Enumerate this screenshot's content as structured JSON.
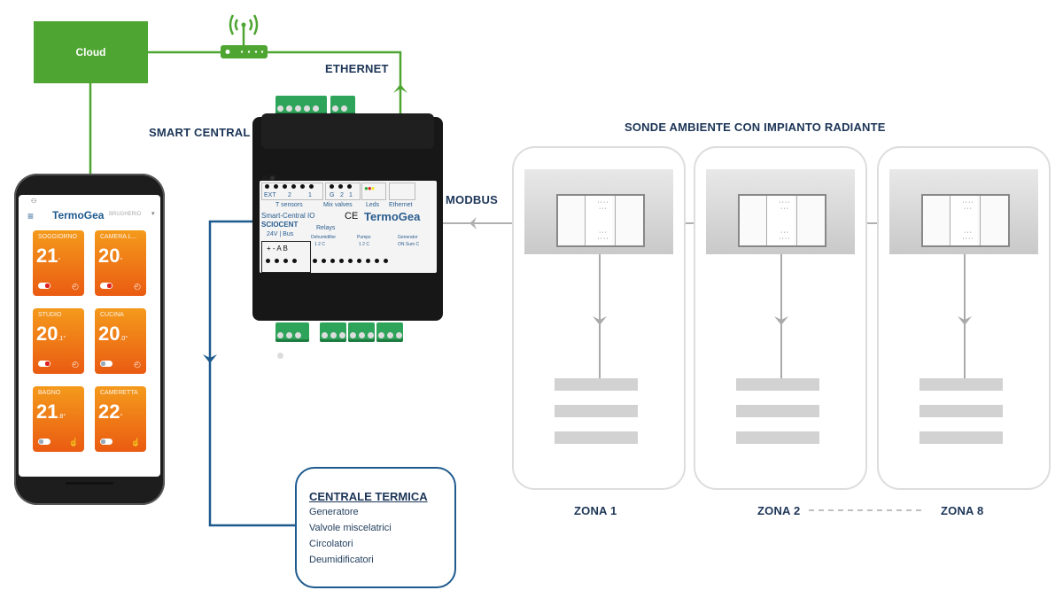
{
  "cloud": {
    "label": "Cloud"
  },
  "labels": {
    "ethernet": "ETHERNET",
    "smart_central": "SMART CENTRAL",
    "modbus": "MODBUS",
    "sonde_title": "SONDE AMBIENTE CON IMPIANTO RADIANTE"
  },
  "colors": {
    "green": "#4ea531",
    "navy": "#1c3557",
    "blue": "#1e5a8e",
    "gray": "#b0b0b0",
    "orange": "#f08a1a"
  },
  "phone": {
    "brand": "TermoGea",
    "brand_sub": "BRUGHERIO",
    "tiles": [
      {
        "name": "SOGGIORNO",
        "temp": "21",
        "unit": "°",
        "toggle": "on",
        "icon": "clock-icon"
      },
      {
        "name": "CAMERA L...",
        "temp": "20",
        "unit": "°",
        "toggle": "on",
        "icon": "clock-icon"
      },
      {
        "name": "STUDIO",
        "temp": "20",
        "unit": ".1°",
        "toggle": "on",
        "icon": "clock-icon"
      },
      {
        "name": "CUCINA",
        "temp": "20",
        "unit": ".0°",
        "toggle": "off",
        "icon": "clock-icon"
      },
      {
        "name": "BAGNO",
        "temp": "21",
        "unit": ".8°",
        "toggle": "off",
        "icon": "hand-icon"
      },
      {
        "name": "CAMERETTA",
        "temp": "22",
        "unit": "°",
        "toggle": "off",
        "icon": "hand-icon"
      }
    ]
  },
  "controller": {
    "model": "Smart-Central IO",
    "code": "SCIOCENT",
    "brand": "TermoGea",
    "ce": "CE",
    "t_sensors": "T sensors",
    "mix_valves": "Mix valves",
    "leds": "Leds",
    "ethernet": "Ethernet",
    "ext": "EXT",
    "s2": "2",
    "s1": "1",
    "g": "G",
    "v2": "2",
    "v1": "1",
    "power": "24V | Bus",
    "bus_pins": "+  -  A B",
    "relays": "Relays",
    "dehum": "Dehumidifier",
    "dehum_pins": "1   2   C",
    "pumps": "Pumps",
    "pumps_pins": "1   2   C",
    "generator": "Generator",
    "gen_pins": "ON  Sum  C"
  },
  "centrale": {
    "title": "CENTRALE TERMICA",
    "items": [
      "Generatore",
      "Valvole miscelatrici",
      "Circolatori",
      "Deumidificatori"
    ]
  },
  "zones": [
    {
      "label": "ZONA 1"
    },
    {
      "label": "ZONA 2"
    },
    {
      "label": "ZONA 8"
    }
  ]
}
